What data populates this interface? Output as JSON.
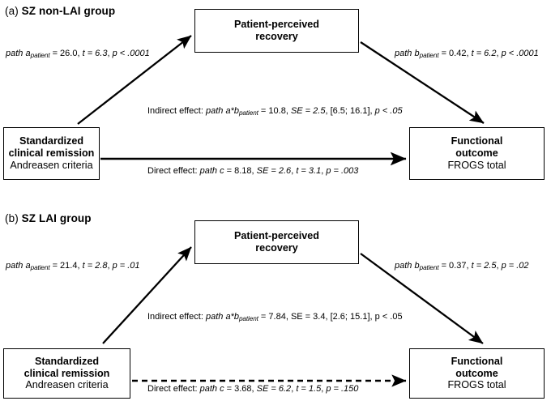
{
  "figure": {
    "type": "mediation-path-diagram",
    "panels": [
      {
        "id": "a",
        "label": "(a)",
        "title": "SZ non-LAI group",
        "boxes": {
          "mediator": {
            "line1": "Patient-perceived",
            "line2": "recovery"
          },
          "predictor": {
            "line1": "Standardized",
            "line2": "clinical remission",
            "line3": "Andreasen criteria"
          },
          "outcome": {
            "line1": "Functional",
            "line2": "outcome",
            "line3": "FROGS total"
          }
        },
        "paths": {
          "a": {
            "prefix": "path",
            "symbol": "a",
            "subscript": "patient",
            "coef": "= 26.0",
            "t": "t = 6.3",
            "p": "p < .0001",
            "style": "solid"
          },
          "b": {
            "prefix": "path",
            "symbol": "b",
            "subscript": "patient",
            "coef": "= 0.42",
            "t": "t = 6.2",
            "p": "p < .0001",
            "style": "solid"
          },
          "indirect": {
            "lead": "Indirect effect:",
            "prefix": "path",
            "symbol": "a*b",
            "subscript": "patient",
            "coef": "= 10.8",
            "se": "SE = 2.5",
            "ci": "[6.5; 16.1]",
            "p": "p < .05"
          },
          "direct": {
            "lead": "Direct effect:",
            "prefix": "path",
            "symbol": "c",
            "coef": "= 8.18",
            "se": "SE = 2.6",
            "t": "t = 3.1",
            "p": "p = .003",
            "style": "solid"
          }
        }
      },
      {
        "id": "b",
        "label": "(b)",
        "title": "SZ LAI group",
        "boxes": {
          "mediator": {
            "line1": "Patient-perceived",
            "line2": "recovery"
          },
          "predictor": {
            "line1": "Standardized",
            "line2": "clinical remission",
            "line3": "Andreasen criteria"
          },
          "outcome": {
            "line1": "Functional",
            "line2": "outcome",
            "line3": "FROGS total"
          }
        },
        "paths": {
          "a": {
            "prefix": "path",
            "symbol": "a",
            "subscript": "patient",
            "coef": "= 21.4",
            "t": "t = 2.8",
            "p": "p = .01",
            "style": "solid"
          },
          "b": {
            "prefix": "path",
            "symbol": "b",
            "subscript": "patient",
            "coef": "= 0.37",
            "t": "t = 2.5",
            "p": "p = .02",
            "style": "solid"
          },
          "indirect": {
            "lead": "Indirect effect:",
            "prefix": "path",
            "symbol": "a*b",
            "subscript": "patient",
            "coef": "= 7.84",
            "se": "SE = 3.4",
            "ci": "[2.6; 15.1]",
            "p": "p < .05"
          },
          "direct": {
            "lead": "Direct effect:",
            "prefix": "path",
            "symbol": "c",
            "coef": "= 3.68",
            "se": "SE = 6.2",
            "t": "t = 1.5",
            "p": "p = .150",
            "style": "dashed"
          }
        }
      }
    ],
    "colors": {
      "line": "#000000",
      "box_border": "#000000",
      "background": "#ffffff",
      "text": "#000000"
    }
  }
}
